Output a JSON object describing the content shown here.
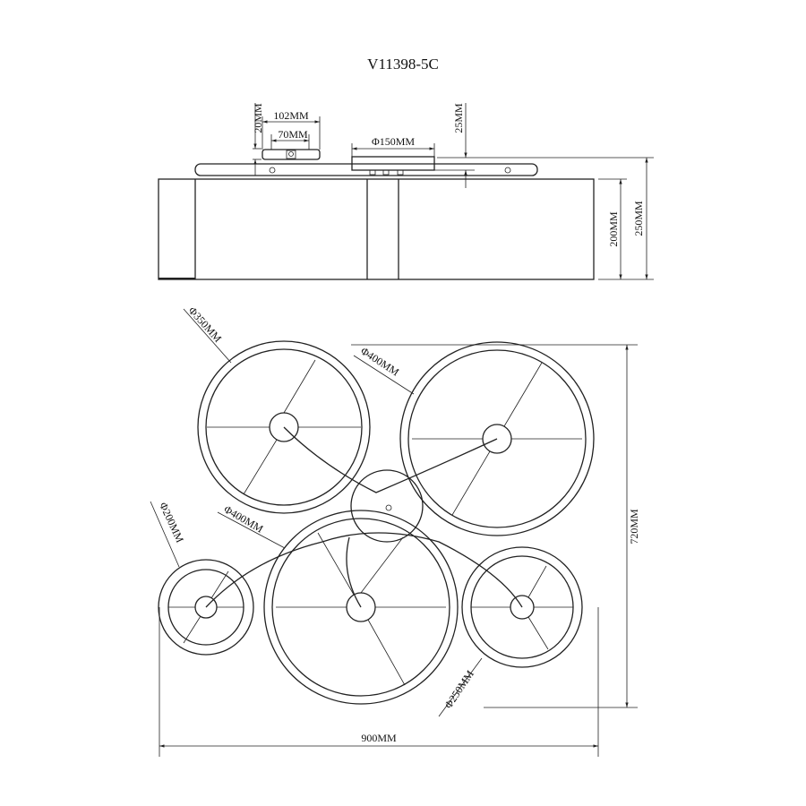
{
  "title": "V11398-5C",
  "side_view": {
    "height_20": "20MM",
    "width_102": "102MM",
    "width_70": "70MM",
    "canopy_dia": "Φ150MM",
    "gap_25": "25MM",
    "shade_height": "200MM",
    "total_height": "250MM"
  },
  "top_view": {
    "d350": "Φ350MM",
    "d400_top": "Φ400MM",
    "d200": "Φ200MM",
    "d400_bottom": "Φ400MM",
    "d250": "Φ250MM",
    "depth": "720MM",
    "width": "900MM"
  },
  "colors": {
    "line": "#222222",
    "background": "#ffffff"
  }
}
